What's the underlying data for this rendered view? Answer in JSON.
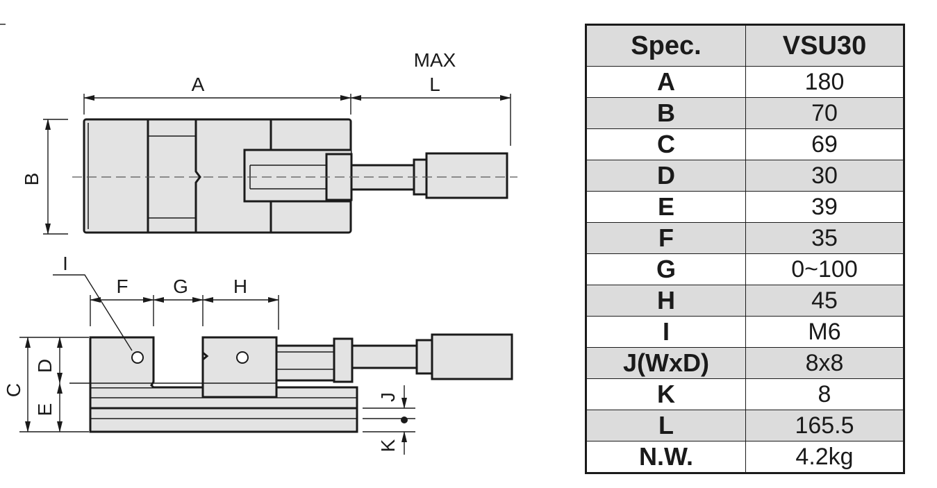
{
  "drawing": {
    "labels": {
      "A": "A",
      "B": "B",
      "C": "C",
      "D": "D",
      "E": "E",
      "F": "F",
      "G": "G",
      "H": "H",
      "I": "I",
      "J": "J",
      "K": "K",
      "max": "MAX",
      "L": "L"
    }
  },
  "table": {
    "header": {
      "key": "Spec.",
      "value": "VSU30"
    },
    "rows": [
      {
        "key": "A",
        "value": "180"
      },
      {
        "key": "B",
        "value": "70"
      },
      {
        "key": "C",
        "value": "69"
      },
      {
        "key": "D",
        "value": "30"
      },
      {
        "key": "E",
        "value": "39"
      },
      {
        "key": "F",
        "value": "35"
      },
      {
        "key": "G",
        "value": "0~100"
      },
      {
        "key": "H",
        "value": "45"
      },
      {
        "key": "I",
        "value": "M6"
      },
      {
        "key": "J(WxD)",
        "value": "8x8"
      },
      {
        "key": "K",
        "value": "8"
      },
      {
        "key": "L",
        "value": "165.5"
      },
      {
        "key": "N.W.",
        "value": "4.2kg"
      }
    ]
  },
  "colors": {
    "line": "#1a1a1a",
    "fill": "#e3e3e3",
    "shade": "#dcdcdc"
  }
}
